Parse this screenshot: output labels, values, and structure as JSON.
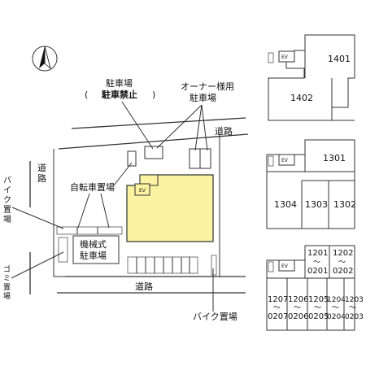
{
  "site": {
    "parking_title": "駐車場",
    "parking_paren_open": "(",
    "parking_paren_close": ")",
    "parking_prohibited": "駐車禁止",
    "owner_parking_line1": "オーナー様用",
    "owner_parking_line2": "駐車場",
    "road_top": "道路",
    "road_left": "道路",
    "road_bottom": "道路",
    "bike_left_1": "バ",
    "bike_left_2": "イ",
    "bike_left_3": "ク",
    "bike_left_4": "置",
    "bike_left_5": "場",
    "bicycle_parking": "自転車置場",
    "mechanical_line1": "機械式",
    "mechanical_line2": "駐車場",
    "trash_1": "ゴ",
    "trash_2": "ミ",
    "trash_3": "置",
    "trash_4": "場",
    "bike_bottom": "バイク置場",
    "ev": "EV",
    "building_color": "#fbf3a2",
    "compass_icon": "north-arrow"
  },
  "floors": {
    "f14": {
      "ev": "EV",
      "unit_a": "1401",
      "unit_b": "1402"
    },
    "f13": {
      "ev": "EV",
      "unit_a": "1301",
      "unit_b": "1304",
      "unit_c": "1303",
      "unit_d": "1302"
    },
    "f2": {
      "ev": "EV",
      "u1_top": "1201",
      "u1_tilde": "～",
      "u1_bot": "0201",
      "u2_top": "1202",
      "u2_tilde": "～",
      "u2_bot": "0202",
      "u3_top": "1207",
      "u3_tilde": "～",
      "u3_bot": "0207",
      "u4_top": "1206",
      "u4_tilde": "～",
      "u4_bot": "0206",
      "u5_top": "1205",
      "u5_tilde": "～",
      "u5_bot": "0205",
      "u6_top": "1204",
      "u6_tilde": "～",
      "u6_bot": "0204",
      "u7_top": "1203",
      "u7_tilde": "～",
      "u7_bot": "0203"
    }
  }
}
